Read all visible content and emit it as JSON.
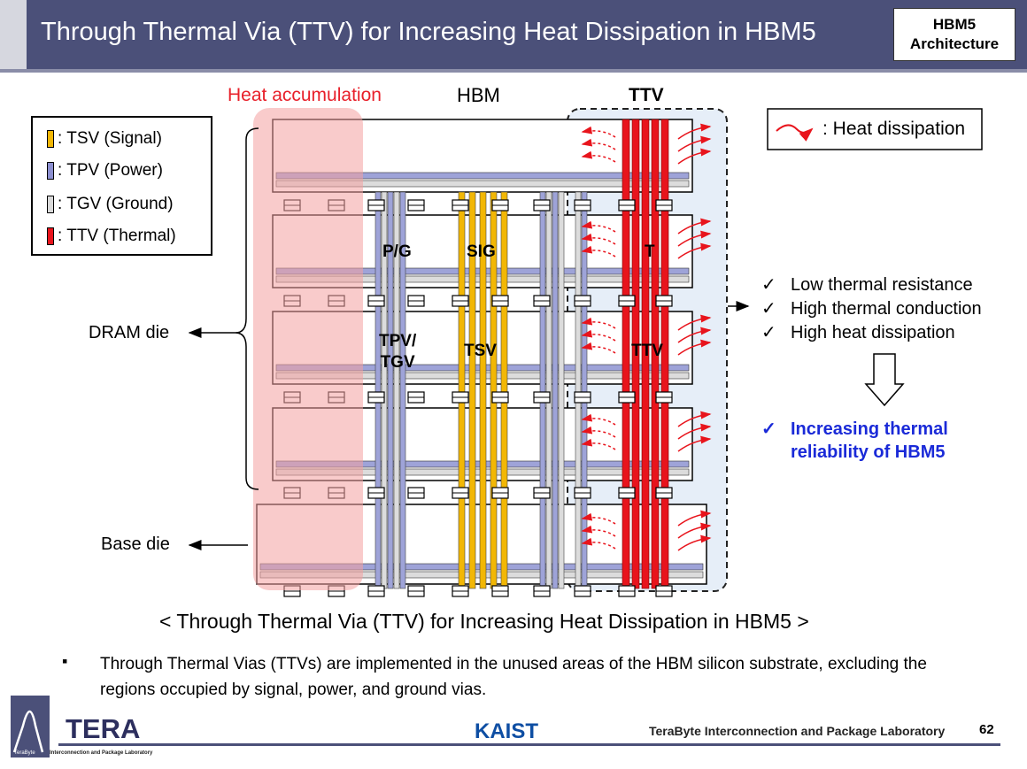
{
  "header": {
    "title": "Through Thermal Via (TTV) for Increasing Heat Dissipation in HBM5",
    "badge_line1": "HBM5",
    "badge_line2": "Architecture"
  },
  "legend": {
    "items": [
      {
        "label": ": TSV (Signal)",
        "color": "#f2b705"
      },
      {
        "label": ": TPV (Power)",
        "color": "#8c8fd0"
      },
      {
        "label": ": TGV (Ground)",
        "color": "#d9d9d9"
      },
      {
        "label": ": TTV (Thermal)",
        "color": "#e8141c"
      }
    ]
  },
  "diagram": {
    "heat_accumulation": "Heat accumulation",
    "hbm": "HBM",
    "ttv_top": "TTV",
    "dram_die": "DRAM die",
    "base_die": "Base die",
    "pg": "P/G",
    "sig": "SIG",
    "t": "T",
    "tpv_tgv_line1": "TPV/",
    "tpv_tgv_line2": "TGV",
    "tsv": "TSV",
    "ttv_mid": "TTV",
    "heat_dissipation_legend": ": Heat dissipation"
  },
  "benefits": [
    "Low thermal resistance",
    "High thermal conduction",
    "High heat dissipation"
  ],
  "conclusion": {
    "line1": "Increasing thermal",
    "line2": "reliability of HBM5"
  },
  "caption": "< Through Thermal Via (TTV) for Increasing Heat Dissipation in HBM5 >",
  "bullet": "Through Thermal Vias (TTVs) are implemented in the unused areas of the HBM silicon substrate, excluding the regions occupied by signal, power, and ground vias.",
  "footer": {
    "lab_name": "TeraByte Interconnection and Package Laboratory",
    "page_number": "62",
    "tera_logo": "TERA",
    "tera_sub": "Interconnection and Package Laboratory",
    "tera_small": "TeraByte",
    "kaist_logo": "KAIST"
  },
  "colors": {
    "header_bg": "#4b5079",
    "heat_zone": "#f4a0a0",
    "ttv_zone": "#e6eef8",
    "conclusion_text": "#1a2ad8"
  }
}
